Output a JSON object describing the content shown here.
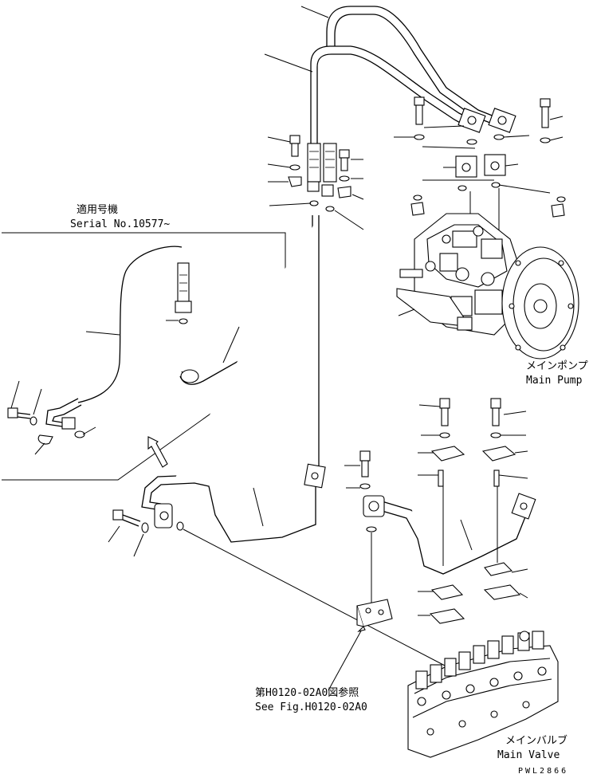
{
  "labels": {
    "serial_jp": "適用号機",
    "serial_en": "Serial No.10577~",
    "pump_jp": "メインポンプ",
    "pump_en": "Main Pump",
    "valve_jp": "メインバルブ",
    "valve_en": "Main Valve",
    "ref_jp": "第H0120-02A0図参照",
    "ref_en": "See Fig.H0120-02A0",
    "drawing_code": "PWL2866"
  },
  "colors": {
    "line": "#000000",
    "background": "#ffffff"
  }
}
